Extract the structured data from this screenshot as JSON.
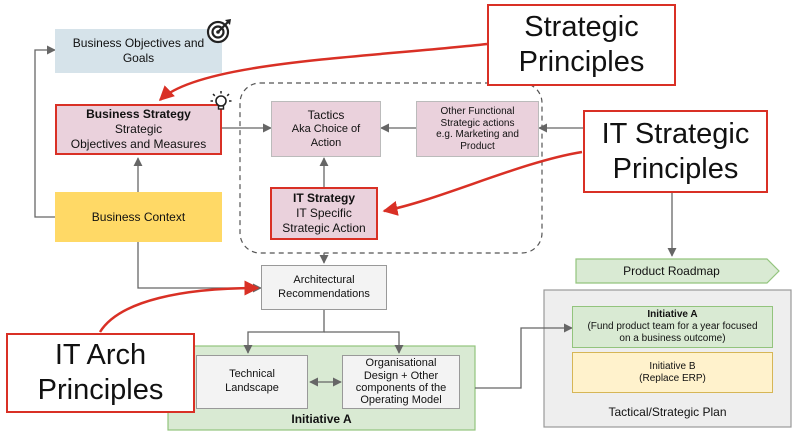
{
  "nodes": {
    "business_objectives": [
      "Business Objectives and",
      "Goals"
    ],
    "business_strategy": {
      "title": "Business Strategy",
      "lines": [
        "Strategic",
        "Objectives and Measures"
      ]
    },
    "business_context": "Business Context",
    "tactics": [
      "Tactics",
      "Aka Choice of",
      "Action"
    ],
    "other_functional": [
      "Other Functional",
      "Strategic actions",
      "e.g. Marketing and",
      "Product"
    ],
    "it_strategy": {
      "title": "IT Strategy",
      "lines": [
        "IT Specific",
        "Strategic Action"
      ]
    },
    "architectural_recommendations": [
      "Architectural",
      "Recommendations"
    ],
    "technical_landscape": [
      "Technical",
      "Landscape"
    ],
    "organisational_design": [
      "Organisational",
      "Design + Other",
      "components of the",
      "Operating Model"
    ],
    "initiative_a_group_label": "Initiative A",
    "product_roadmap": "Product Roadmap",
    "plan_initiative_a": {
      "title": "Initiative A",
      "lines": [
        "(Fund product team for a year focused",
        "on a business outcome)"
      ]
    },
    "plan_initiative_b": [
      "Initiative B",
      "(Replace ERP)"
    ],
    "plan_label": "Tactical/Strategic Plan"
  },
  "callouts": {
    "strategic_principles": [
      "Strategic",
      "Principles"
    ],
    "it_strategic_principles": [
      "IT Strategic",
      "Principles"
    ],
    "it_arch_principles": [
      "IT Arch",
      "Principles"
    ]
  },
  "icons": {
    "target": "target-icon",
    "idea": "lightbulb-icon"
  },
  "colors": {
    "objectives_fill": "#d6e3ea",
    "strategy_fill": "#ead1dc",
    "context_fill": "#ffd966",
    "roadmap_fill": "#d9ead3",
    "initiative_a_fill": "#d9ead3",
    "initiative_b_fill": "#fff2cc",
    "plan_fill": "#eeeeee",
    "neutral_fill": "#f3f3f3",
    "accent_red": "#d93025",
    "connector_gray": "#666666"
  }
}
